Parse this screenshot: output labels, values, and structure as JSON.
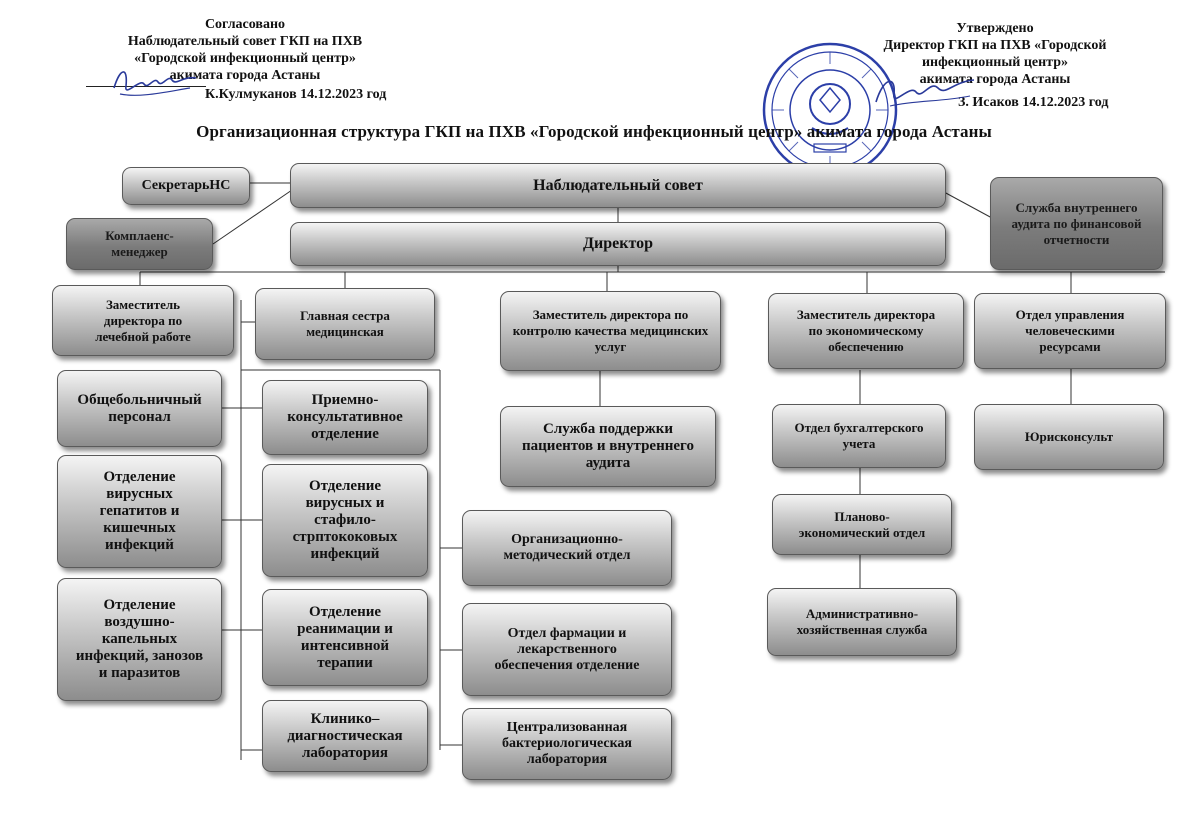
{
  "header_left": {
    "lines": [
      "Согласовано",
      "Наблюдательный совет ГКП на ПХВ",
      "«Городской инфекционный центр»",
      "акимата города Астаны"
    ],
    "signature": "К.Кулмуканов 14.12.2023 год"
  },
  "header_right": {
    "lines": [
      "Утверждено",
      "Директор ГКП на ПХВ «Городской",
      "инфекционный центр»",
      "акимата города Астаны"
    ],
    "signature": "З. Исаков 14.12.2023 год"
  },
  "title": "Организационная структура ГКП на ПХВ «Городской инфекционный центр» акимата города Астаны",
  "boxes": {
    "secretary": "СекретарьНС",
    "board": "Наблюдательный совет",
    "compliance": "Комплаенс-менеджер",
    "director": "Директор",
    "audit_service": "Служба внутреннего аудита по финансовой отчетности",
    "deputy_medical": "Заместитель директора по лечебной работе",
    "head_nurse": "Главная сестра медицинская",
    "deputy_quality": "Заместитель директора по контролю качества медицинских услуг",
    "deputy_economic": "Заместитель директора по экономическому обеспечению",
    "hr": "Отдел управления человеческими ресурсами",
    "general_staff": "Общебольничный персонал",
    "admission": "Приемно-консультативное отделение",
    "patient_support": "Служба поддержки пациентов и внутреннего аудита",
    "accounting": "Отдел бухгалтерского учета",
    "lawyer": "Юрисконсульт",
    "hepatitis": "Отделение вирусных гепатитов и кишечных инфекций",
    "staph_strep": "Отделение вирусных и стафило-стрптококовых инфекций",
    "org_method": "Организационно-методический отдел",
    "planning": "Планово-экономический отдел",
    "airborne": "Отделение воздушно-капельных инфекций, занозов и паразитов",
    "icu": "Отделение реанимации и интенсивной терапии",
    "pharmacy": "Отдел фармации и лекарственного обеспечения отделение",
    "admin_service": "Административно-хозяйственная служба",
    "lab_clinical": "Клинико–диагностическая лаборатория",
    "lab_bacterio": "Централизованная бактериологическая лаборатория"
  },
  "colors": {
    "box_light": "#c9c9c9",
    "box_dark": "#7c7c7c",
    "seal": "#2c3fa8",
    "line": "#333333"
  }
}
